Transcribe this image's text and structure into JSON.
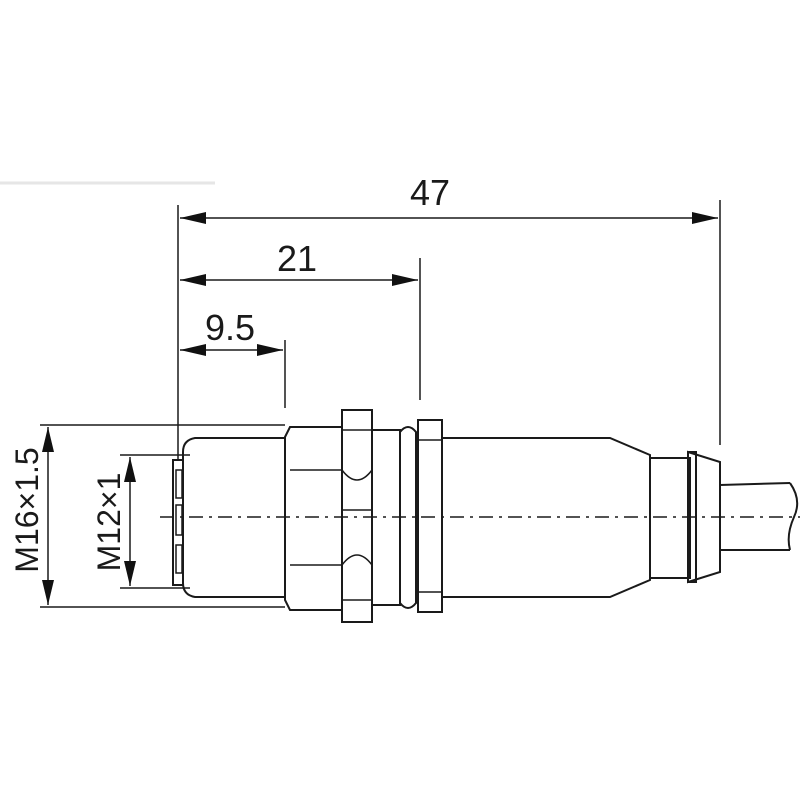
{
  "drawing": {
    "dimensions": {
      "overall_length": "47",
      "thread_to_flange": "21",
      "front_length": "9.5"
    },
    "threads": {
      "outer": "M16×1.5",
      "inner": "M12×1"
    }
  }
}
